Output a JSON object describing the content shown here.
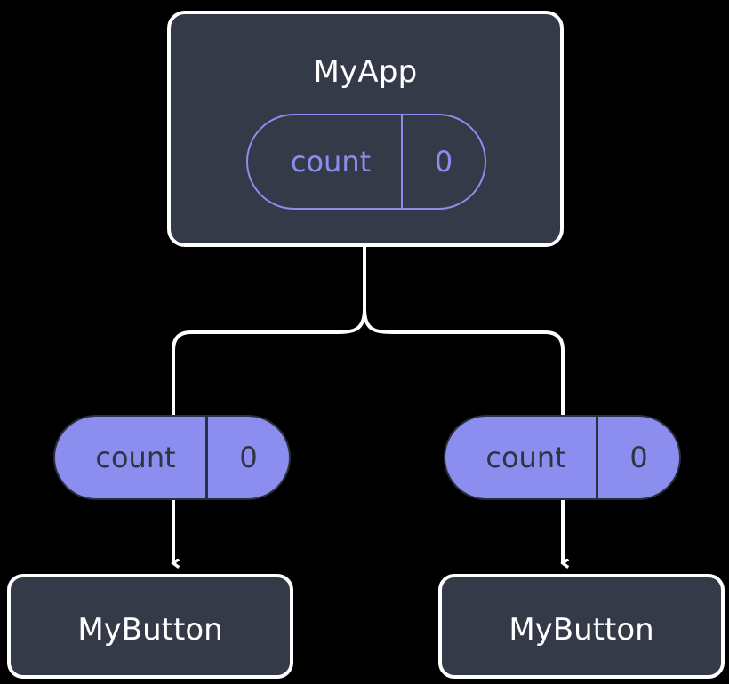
{
  "diagram": {
    "title": "MyApp component tree with count state",
    "background_color": "#000000",
    "component_fill": "#343a48",
    "component_border": "#ffffff",
    "accent_color": "#8b8eee",
    "pill_text_color": "#2f3440",
    "wire_color": "#ffffff"
  },
  "root": {
    "label": "MyApp",
    "state": {
      "key": "count",
      "value": "0"
    }
  },
  "branches": [
    {
      "prop": {
        "key": "count",
        "value": "0"
      },
      "child": {
        "label": "MyButton"
      }
    },
    {
      "prop": {
        "key": "count",
        "value": "0"
      },
      "child": {
        "label": "MyButton"
      }
    }
  ],
  "connectors": {
    "fork_label": "tree-fork-connector",
    "arrow_left_label": "prop-arrow-left",
    "arrow_right_label": "prop-arrow-right"
  }
}
